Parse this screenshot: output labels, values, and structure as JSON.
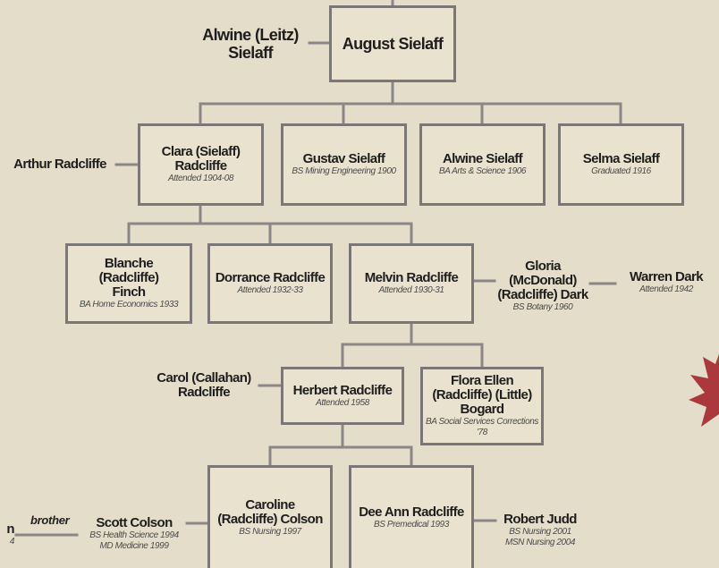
{
  "people": {
    "alwine_leitz": {
      "name": "Alwine (Leitz) Sielaff"
    },
    "august": {
      "name": "August Sielaff"
    },
    "arthur": {
      "name": "Arthur Radcliffe"
    },
    "clara": {
      "name": "Clara (Sielaff) Radcliffe",
      "note": "Attended 1904-08"
    },
    "gustav": {
      "name": "Gustav Sielaff",
      "note": "BS Mining Engineering 1900"
    },
    "alwine": {
      "name": "Alwine Sielaff",
      "note": "BA Arts & Science 1906"
    },
    "selma": {
      "name": "Selma Sielaff",
      "note": "Graduated 1916"
    },
    "blanche": {
      "name": "Blanche (Radcliffe) Finch",
      "note": "BA Home Economics 1933"
    },
    "dorrance": {
      "name": "Dorrance Radcliffe",
      "note": "Attended 1932-33"
    },
    "melvin": {
      "name": "Melvin Radcliffe",
      "note": "Attended 1930-31"
    },
    "gloria": {
      "name": "Gloria (McDonald) (Radcliffe) Dark",
      "note": "BS Botany 1960"
    },
    "warren": {
      "name": "Warren Dark",
      "note": "Attended 1942"
    },
    "carol": {
      "name": "Carol (Callahan) Radcliffe"
    },
    "herbert": {
      "name": "Herbert Radcliffe",
      "note": "Attended 1958"
    },
    "flora": {
      "name": "Flora Ellen (Radcliffe) (Little) Bogard",
      "note": "BA Social Services Corrections '78"
    },
    "edge_person": {
      "name_fragment": "n",
      "note_fragment": "4"
    },
    "scott": {
      "name": "Scott Colson",
      "note1": "BS Health Science 1994",
      "note2": "MD Medicine 1999"
    },
    "caroline": {
      "name": "Caroline (Radcliffe) Colson",
      "note": "BS Nursing 1997"
    },
    "deeann": {
      "name": "Dee Ann Radcliffe",
      "note": "BS Premedical 1993"
    },
    "robert": {
      "name": "Robert Judd",
      "note1": "BS Nursing 2001",
      "note2": "MSN Nursing 2004"
    }
  },
  "relation_label": "brother",
  "colors": {
    "background": "#e3ddc9",
    "box_border": "#7a7776",
    "line": "#8a8786",
    "accent_leaf": "#a3262c"
  }
}
